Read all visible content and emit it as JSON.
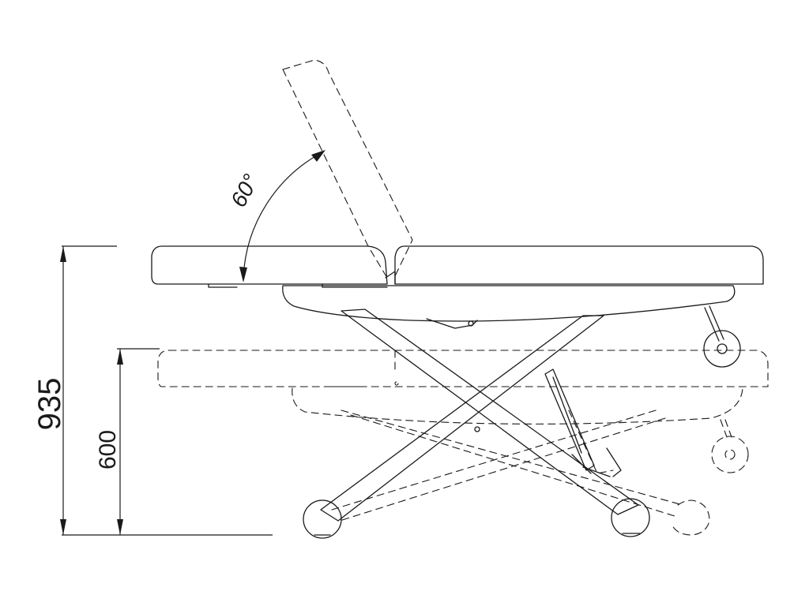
{
  "dimensions": {
    "total_height": "935",
    "base_height": "600",
    "backrest_angle": "60°"
  }
}
